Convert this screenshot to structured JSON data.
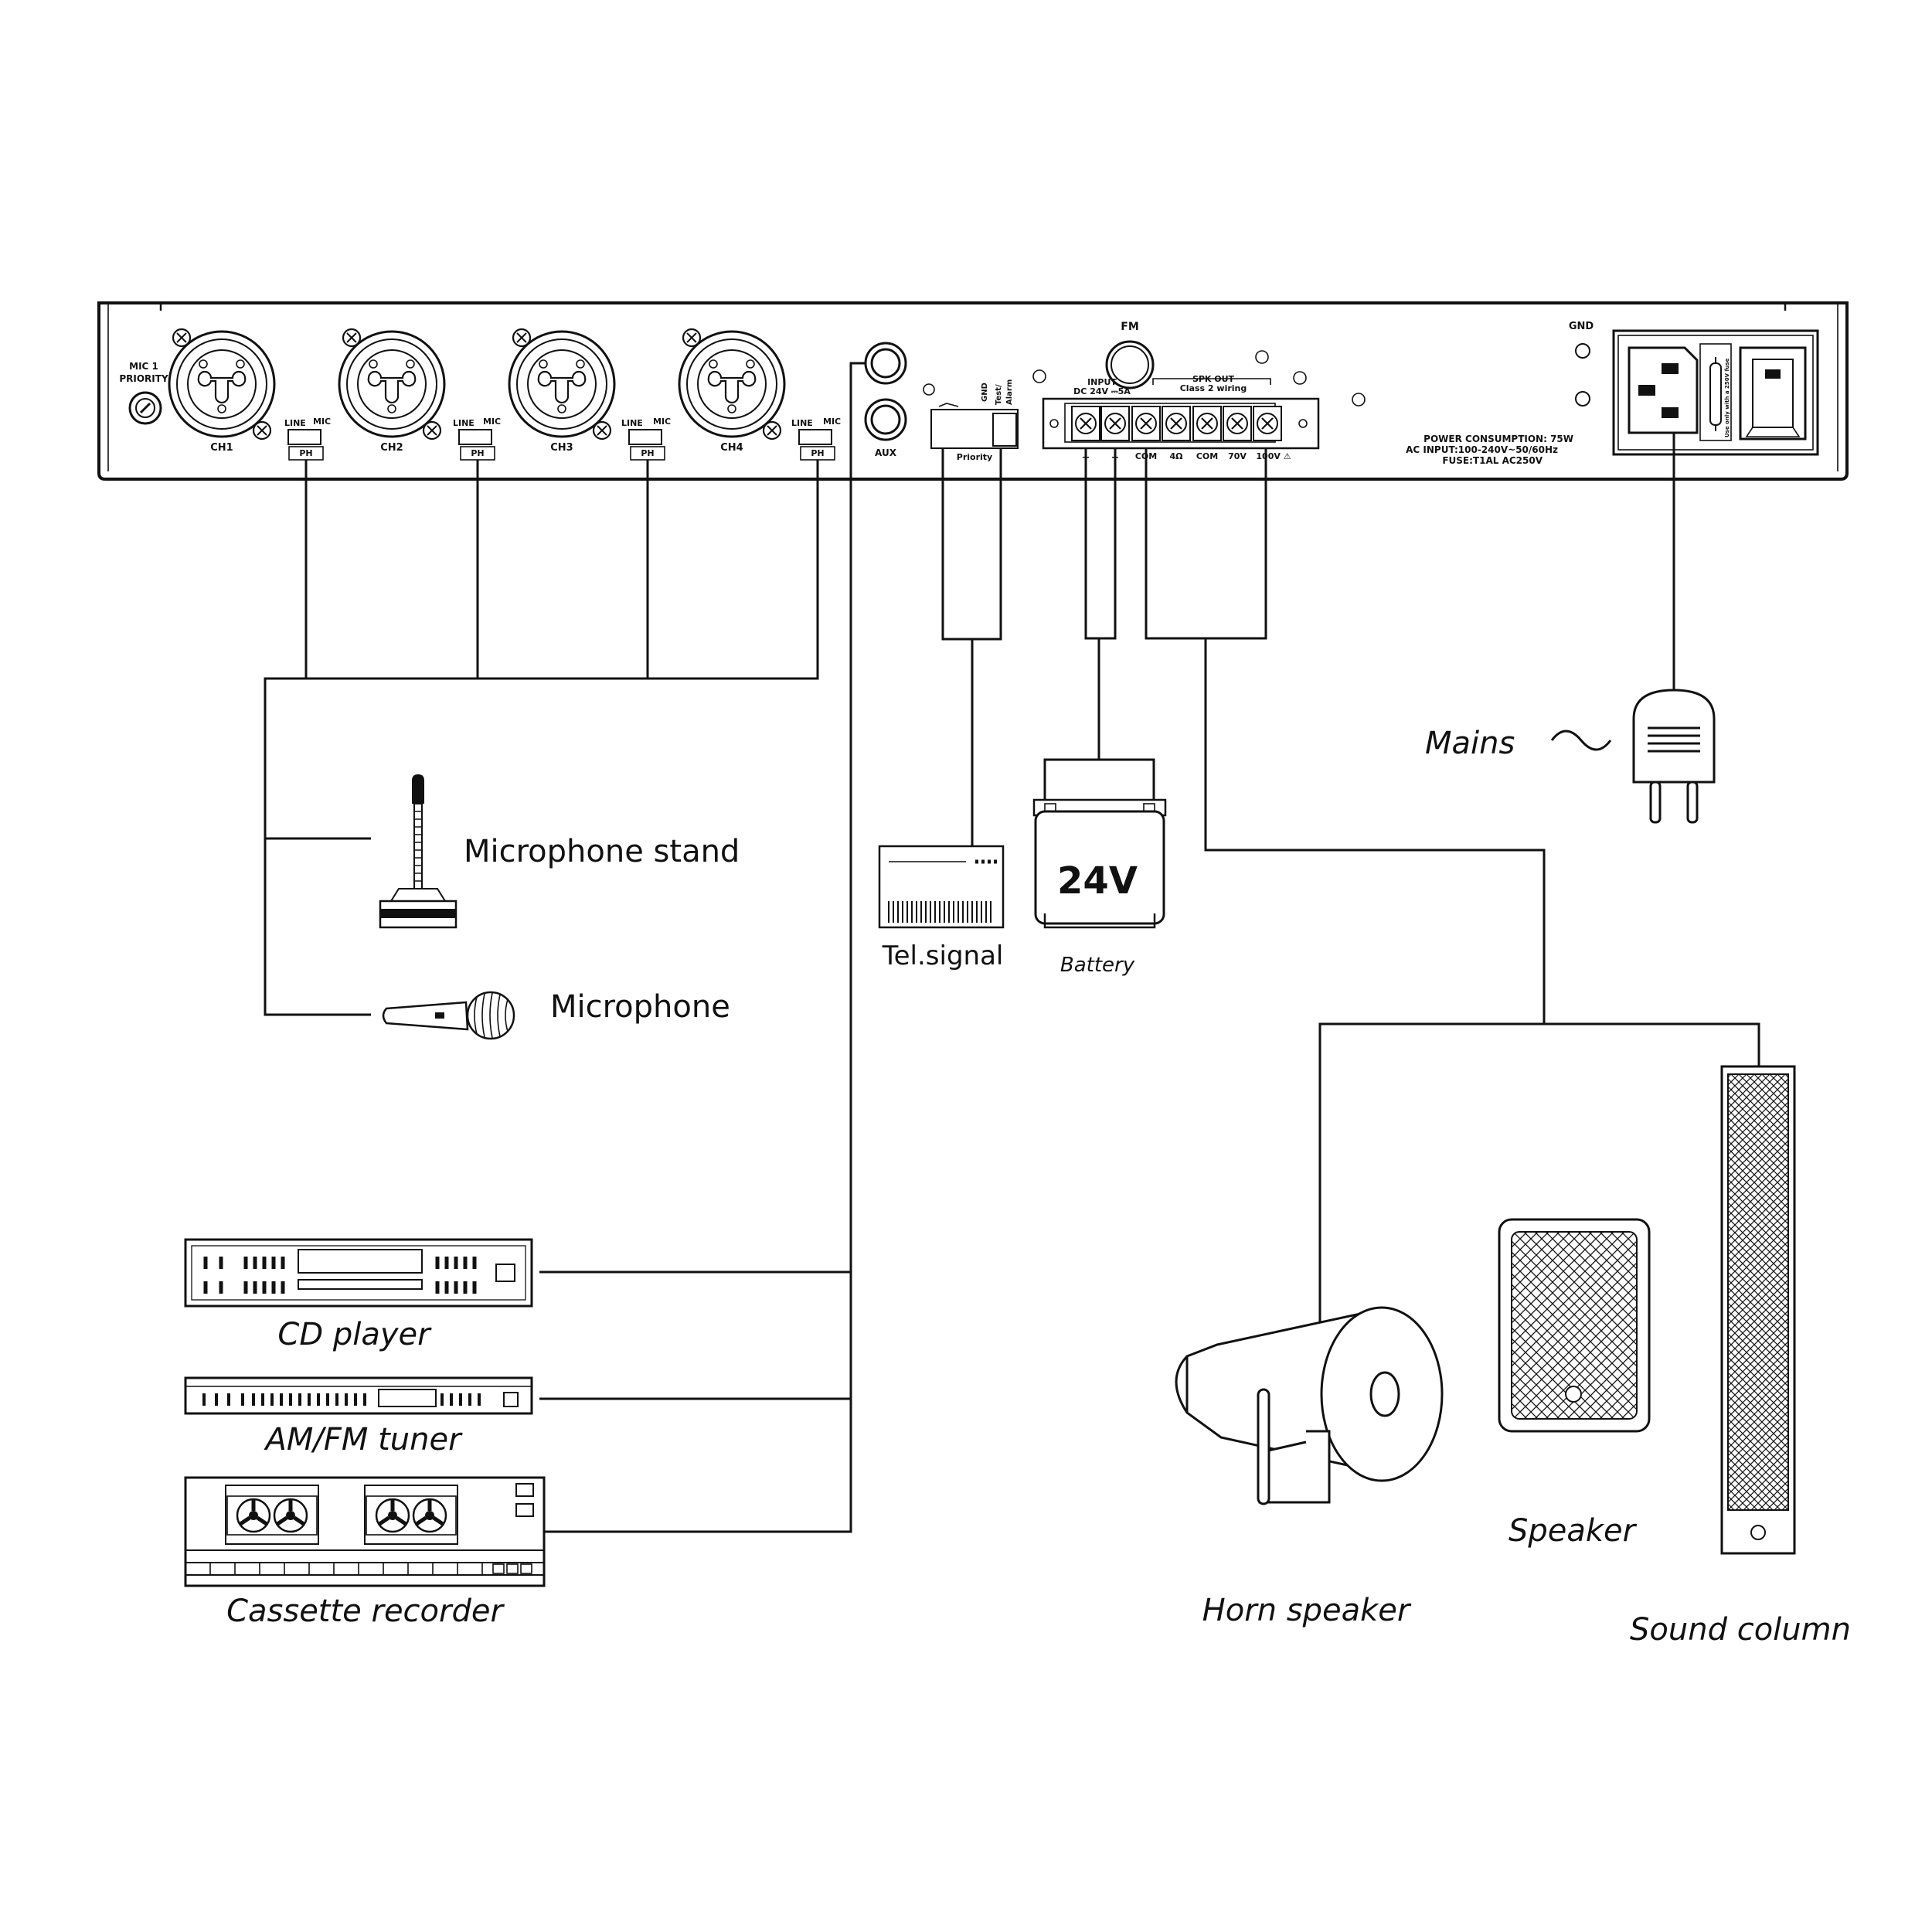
{
  "panel": {
    "mic1_priority": [
      "MIC 1",
      "PRIORITY"
    ],
    "channels": [
      "CH1",
      "CH2",
      "CH3",
      "CH4"
    ],
    "switch_line": "LINE",
    "switch_mic": "MIC",
    "switch_ph": "PH",
    "aux": "AUX",
    "fm": "FM",
    "priority_terminal": {
      "gnd": "GND",
      "test": "Test/",
      "alarm": "Alarm",
      "label": "Priority"
    },
    "input_header": "INPUT",
    "input_spec": "DC 24V ⎓5A",
    "spk_out": "SPK OUT",
    "class2": "Class 2 wiring",
    "terminal_labels": [
      "+",
      "−",
      "COM",
      "4Ω",
      "COM",
      "70V",
      "100V ⚠"
    ],
    "gnd": "GND",
    "power_info": [
      "POWER CONSUMPTION: 75W",
      "AC INPUT:100-240V~50/60Hz",
      "FUSE:T1AL AC250V"
    ],
    "fuse_note": "Use only with a 250V fuse"
  },
  "devices": {
    "mic_stand": "Microphone stand",
    "microphone": "Microphone",
    "cd_player": "CD player",
    "tuner": "AM/FM tuner",
    "cassette": "Cassette recorder",
    "tel_signal": "Tel.signal",
    "battery_value": "24V",
    "battery": "Battery",
    "mains": "Mains",
    "mains_symbol": "∿",
    "horn": "Horn speaker",
    "speaker": "Speaker",
    "column": "Sound column"
  }
}
